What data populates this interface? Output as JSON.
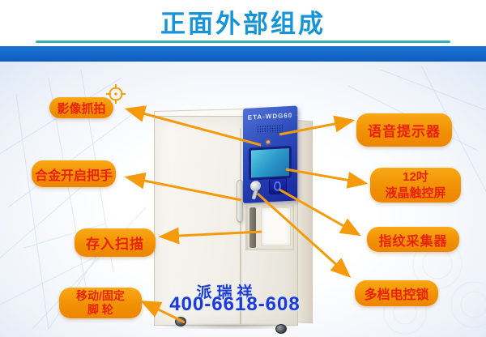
{
  "slide": {
    "title": "正面外部组成"
  },
  "machine": {
    "model": "ETA-WDG60",
    "brand": "派瑞祥",
    "phone": "400-6618-608"
  },
  "callouts": {
    "image_capture": "影像抓拍",
    "alloy_handle": "合金开启把手",
    "deposit_scan": "存入扫描",
    "caster_line1": "移动/固定",
    "caster_line2": "脚 轮",
    "voice_prompt": "语音提示器",
    "screen_line1": "12吋",
    "screen_line2": "液晶触控屏",
    "fingerprint": "指纹采集器",
    "electric_lock": "多档电控锁"
  },
  "colors": {
    "title_blue": "#1694d6",
    "divider_teal": "#35b3a9",
    "band_blue": "#1065c8",
    "callout_orange": "#f29104",
    "callout_text_red": "#e8230b",
    "arrow_orange": "#f59b0b",
    "panel_blue": "#2c4cba",
    "watermark_blue": "#2438cc"
  }
}
